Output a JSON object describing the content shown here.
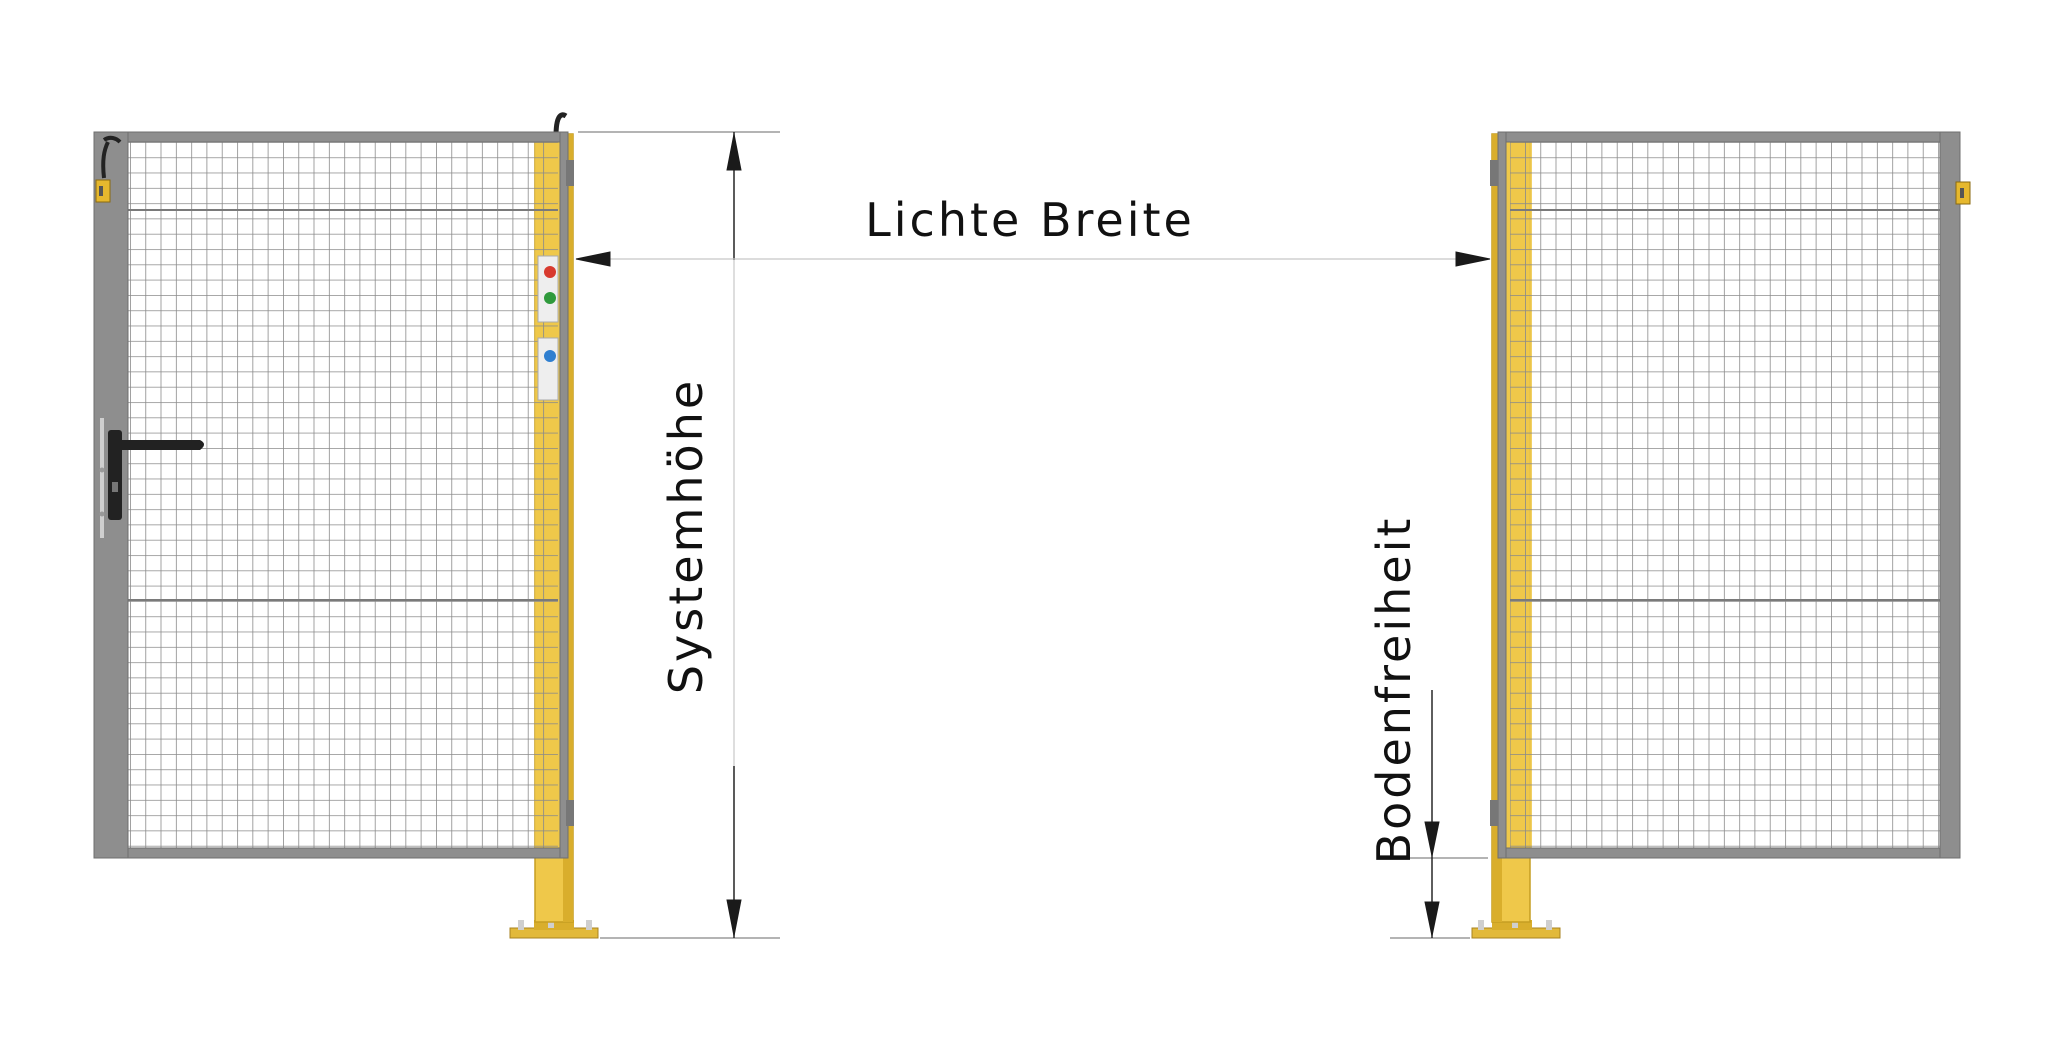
{
  "labels": {
    "clear_width": "Lichte Breite",
    "system_height": "Systemhöhe",
    "ground_clearance": "Bodenfreiheit"
  },
  "colors": {
    "post_yellow": "#efc84a",
    "post_yellow_dark": "#d9ae2c",
    "frame_gray": "#8e8e8e",
    "frame_gray_dark": "#6f6f6f",
    "mesh_gray": "#8a8a8a",
    "dimension_line": "#1a1a1a",
    "extension_line": "#bdbdbd",
    "button_red": "#d83a2e",
    "button_green": "#2f9a3c",
    "button_blue": "#2f7fd0",
    "handle_black": "#222222"
  },
  "icons": {
    "door_handle": "door-handle-icon",
    "control_buttons": "control-panel-icon",
    "hinge": "hinge-icon",
    "foot_plate": "base-plate-icon",
    "cable": "cable-icon",
    "latch": "latch-icon"
  }
}
